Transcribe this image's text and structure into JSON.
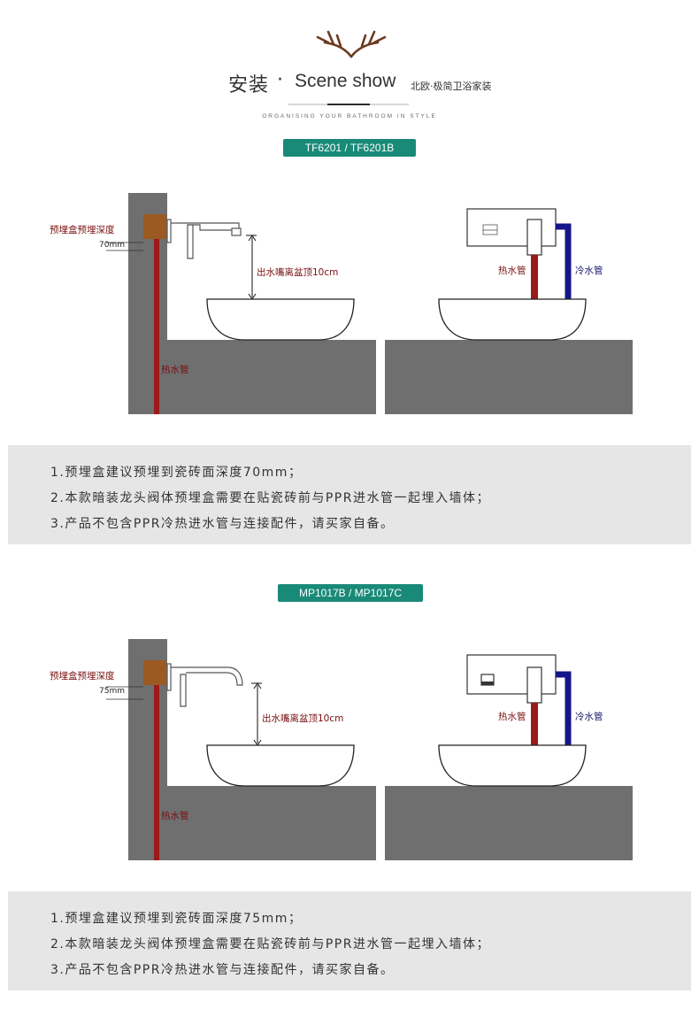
{
  "header": {
    "title_cn": "安装",
    "title_dot": "·",
    "title_en": "Scene show",
    "subtitle": "北欧·极简卫浴家装",
    "tagline": "ORGANISING YOUR BATHROOM IN STYLE",
    "logo": "antler-logo-icon"
  },
  "sections": [
    {
      "model": "TF6201 / TF6201B",
      "left_diagram": {
        "depth_label": "预埋盒预埋深度",
        "depth_value": "70mm",
        "spout_label": "出水嘴离盆顶10cm",
        "hot_pipe_label": "热水管"
      },
      "right_diagram": {
        "hot_pipe_label": "热水管",
        "cold_pipe_label": "冷水管"
      },
      "notes": [
        "1.预埋盒建议预埋到瓷砖面深度70mm；",
        "2.本款暗装龙头阀体预埋盒需要在贴瓷砖前与PPR进水管一起埋入墙体；",
        "3.产品不包含PPR冷热进水管与连接配件，请买家自备。"
      ]
    },
    {
      "model": "MP1017B / MP1017C",
      "left_diagram": {
        "depth_label": "预埋盒预埋深度",
        "depth_value": "75mm",
        "spout_label": "出水嘴离盆顶10cm",
        "hot_pipe_label": "热水管"
      },
      "right_diagram": {
        "hot_pipe_label": "热水管",
        "cold_pipe_label": "冷水管"
      },
      "notes": [
        "1.预埋盒建议预埋到瓷砖面深度75mm；",
        "2.本款暗装龙头阀体预埋盒需要在贴瓷砖前与PPR进水管一起埋入墙体；",
        "3.产品不包含PPR冷热进水管与连接配件，请买家自备。"
      ]
    }
  ],
  "colors": {
    "badge": "#1a8a78",
    "wall": "#6f6f6f",
    "hot_pipe": "#9b1a1a",
    "cold_pipe": "#16168a",
    "box": "#9c5a22",
    "note_bg": "#e6e6e6"
  }
}
